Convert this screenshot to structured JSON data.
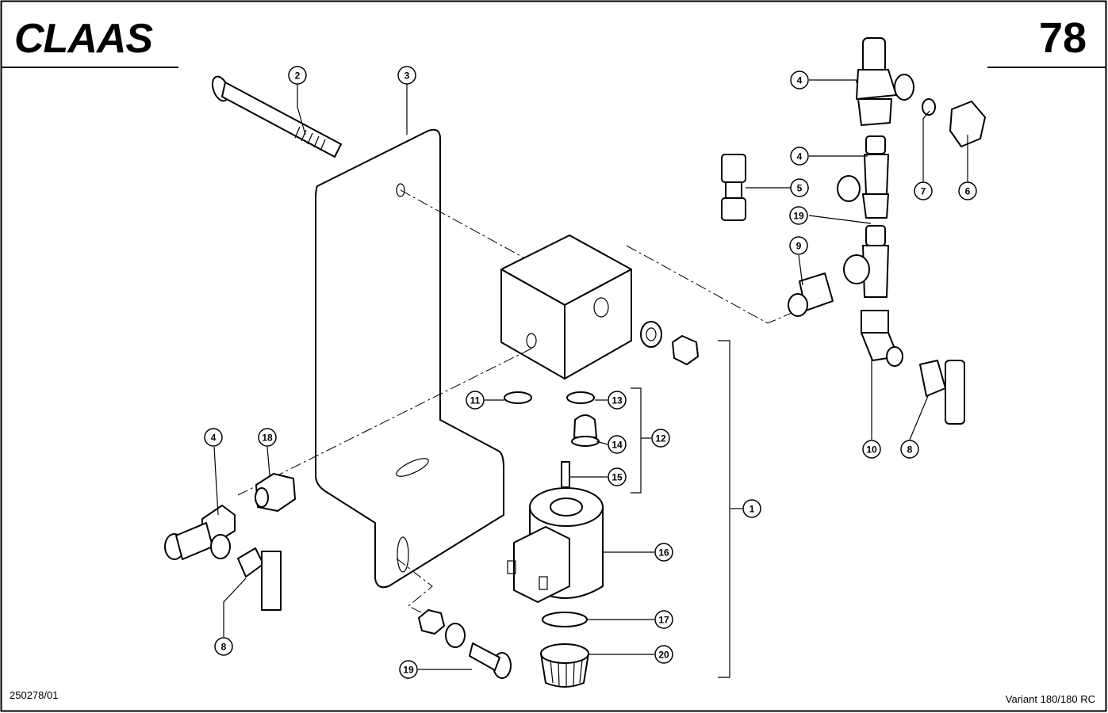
{
  "header": {
    "brand_logo_text": "CLAAS",
    "page_number": "78"
  },
  "footer": {
    "drawing_number": "250278/01",
    "model": "Variant 180/180 RC"
  },
  "callouts": [
    {
      "id": "c1",
      "label": "1"
    },
    {
      "id": "c2",
      "label": "2"
    },
    {
      "id": "c3",
      "label": "3"
    },
    {
      "id": "c4a",
      "label": "4"
    },
    {
      "id": "c4b",
      "label": "4"
    },
    {
      "id": "c4c",
      "label": "4"
    },
    {
      "id": "c5",
      "label": "5"
    },
    {
      "id": "c6",
      "label": "6"
    },
    {
      "id": "c7",
      "label": "7"
    },
    {
      "id": "c8a",
      "label": "8"
    },
    {
      "id": "c8b",
      "label": "8"
    },
    {
      "id": "c9",
      "label": "9"
    },
    {
      "id": "c10",
      "label": "10"
    },
    {
      "id": "c11",
      "label": "11"
    },
    {
      "id": "c12",
      "label": "12"
    },
    {
      "id": "c13",
      "label": "13"
    },
    {
      "id": "c14",
      "label": "14"
    },
    {
      "id": "c15",
      "label": "15"
    },
    {
      "id": "c16",
      "label": "16"
    },
    {
      "id": "c17",
      "label": "17"
    },
    {
      "id": "c18",
      "label": "18"
    },
    {
      "id": "c19a",
      "label": "19"
    },
    {
      "id": "c19b",
      "label": "19"
    },
    {
      "id": "c20",
      "label": "20"
    }
  ]
}
